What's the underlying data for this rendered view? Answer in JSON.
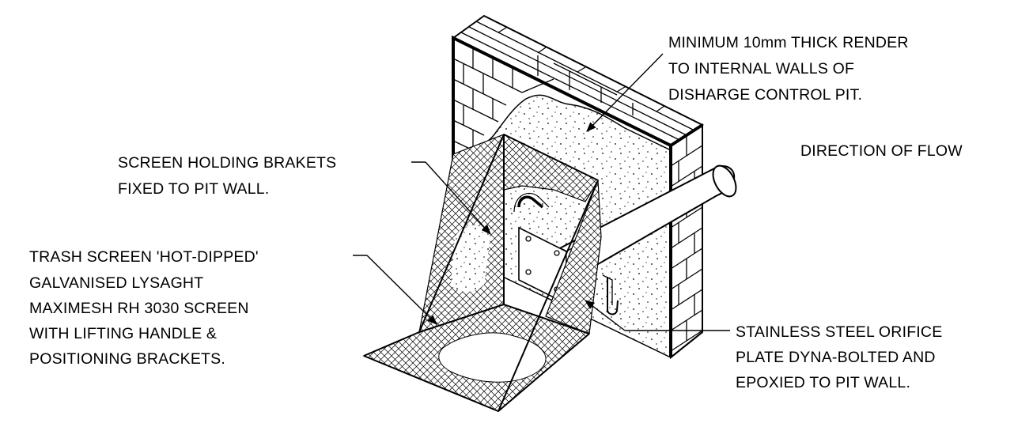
{
  "labels": {
    "render_l1": "MINIMUM 10mm THICK RENDER",
    "render_l2": "TO INTERNAL WALLS OF",
    "render_l3": "DISHARGE CONTROL PIT.",
    "flow": "DIRECTION OF FLOW",
    "brackets_l1": "SCREEN HOLDING BRAKETS",
    "brackets_l2": "FIXED TO PIT WALL.",
    "trash_l1": "TRASH SCREEN 'HOT-DIPPED'",
    "trash_l2": "GALVANISED LYSAGHT",
    "trash_l3": "MAXIMESH RH 3030 SCREEN",
    "trash_l4": "WITH LIFTING HANDLE &",
    "trash_l5": "POSITIONING BRACKETS.",
    "orifice_l1": "STAINLESS STEEL ORIFICE",
    "orifice_l2": "PLATE DYNA-BOLTED AND",
    "orifice_l3": "EPOXIED TO PIT WALL."
  },
  "colors": {
    "ink": "#000000",
    "paper": "#ffffff"
  },
  "icons": {
    "flow_arrow": "curved-arrow-icon"
  }
}
